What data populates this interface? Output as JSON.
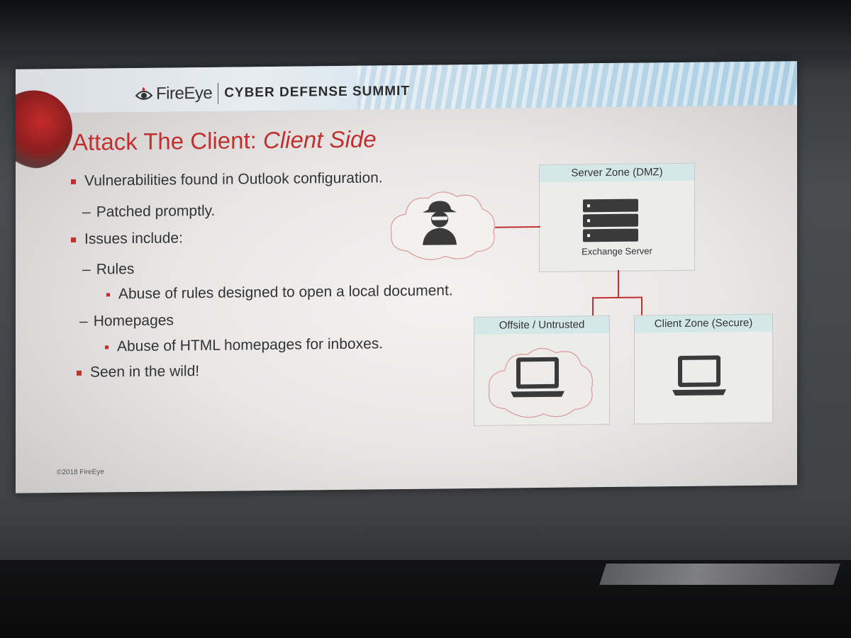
{
  "branding": {
    "logo_text": "FireEye",
    "event_name": "CYBER DEFENSE SUMMIT"
  },
  "slide": {
    "title_main": "Attack The Client: ",
    "title_italic": "Client Side",
    "bullets": [
      {
        "level": 1,
        "marker": "square",
        "text": "Vulnerabilities found in Outlook configuration."
      },
      {
        "level": 2,
        "marker": "dash",
        "text": "Patched promptly."
      },
      {
        "level": 1,
        "marker": "square",
        "text": "Issues include:"
      },
      {
        "level": 2,
        "marker": "dash",
        "text": "Rules"
      },
      {
        "level": 3,
        "marker": "square",
        "text": "Abuse of rules designed to open a local document."
      },
      {
        "level": 2,
        "marker": "dash",
        "text": "Homepages"
      },
      {
        "level": 3,
        "marker": "square",
        "text": "Abuse of HTML homepages for inboxes."
      },
      {
        "level": 1,
        "marker": "square",
        "text": "Seen in the wild!"
      }
    ],
    "footer": "©2018 FireEye"
  },
  "diagram": {
    "server_zone": {
      "label": "Server Zone (DMZ)",
      "server_label": "Exchange Server",
      "icon": "server-rack-icon"
    },
    "offsite_zone": {
      "label": "Offsite / Untrusted",
      "icon": "laptop-icon"
    },
    "client_zone": {
      "label": "Client Zone (Secure)",
      "icon": "laptop-icon"
    },
    "attacker": {
      "icon": "hacker-icon"
    },
    "colors": {
      "accent": "#c0302e",
      "zone_header": "#d4e8ea",
      "icon": "#3a3a3a"
    }
  }
}
